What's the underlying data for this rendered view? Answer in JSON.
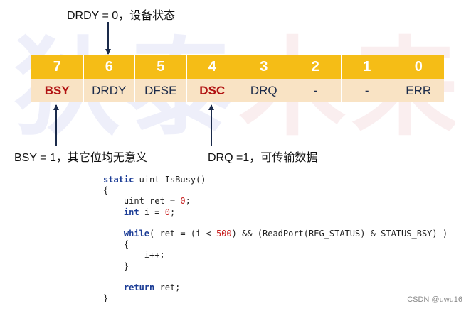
{
  "top_label": "DRDY = 0，设备状态",
  "watermark": [
    "狄泰",
    "木来"
  ],
  "bit_numbers": [
    "7",
    "6",
    "5",
    "4",
    "3",
    "2",
    "1",
    "0"
  ],
  "bit_names": [
    {
      "text": "BSY",
      "highlight": true
    },
    {
      "text": "DRDY",
      "highlight": false
    },
    {
      "text": "DFSE",
      "highlight": false
    },
    {
      "text": "DSC",
      "highlight": true
    },
    {
      "text": "DRQ",
      "highlight": false
    },
    {
      "text": "-",
      "highlight": false
    },
    {
      "text": "-",
      "highlight": false
    },
    {
      "text": "ERR",
      "highlight": false
    }
  ],
  "bsy_label": "BSY = 1，其它位均无意义",
  "drq_label": "DRQ =1，可传输数据",
  "code": [
    {
      "tokens": [
        [
          "kw",
          "static"
        ],
        [
          "",
          " uint IsBusy()"
        ]
      ]
    },
    {
      "tokens": [
        [
          "",
          "{"
        ]
      ]
    },
    {
      "tokens": [
        [
          "",
          "    uint ret = "
        ],
        [
          "n",
          "0"
        ],
        [
          "",
          ";"
        ]
      ]
    },
    {
      "tokens": [
        [
          "",
          "    "
        ],
        [
          "kw",
          "int"
        ],
        [
          "",
          " i = "
        ],
        [
          "n",
          "0"
        ],
        [
          "",
          ";"
        ]
      ]
    },
    {
      "tokens": []
    },
    {
      "tokens": [
        [
          "",
          "    "
        ],
        [
          "kw",
          "while"
        ],
        [
          "",
          "( ret = (i < "
        ],
        [
          "n",
          "500"
        ],
        [
          "",
          ") && (ReadPort(REG_STATUS) & STATUS_BSY) )"
        ]
      ]
    },
    {
      "tokens": [
        [
          "",
          "    {"
        ]
      ]
    },
    {
      "tokens": [
        [
          "",
          "        i++;"
        ]
      ]
    },
    {
      "tokens": [
        [
          "",
          "    }"
        ]
      ]
    },
    {
      "tokens": []
    },
    {
      "tokens": [
        [
          "",
          "    "
        ],
        [
          "kw",
          "return"
        ],
        [
          "",
          " ret;"
        ]
      ]
    },
    {
      "tokens": [
        [
          "",
          "}"
        ]
      ]
    }
  ],
  "credit": "CSDN @uwu16",
  "colors": {
    "bit_header": "#f5bd16",
    "bit_names": "#f9e3c4",
    "highlight": "#b11212",
    "arrow": "#1a2a4a",
    "keyword": "#1c3d96"
  }
}
